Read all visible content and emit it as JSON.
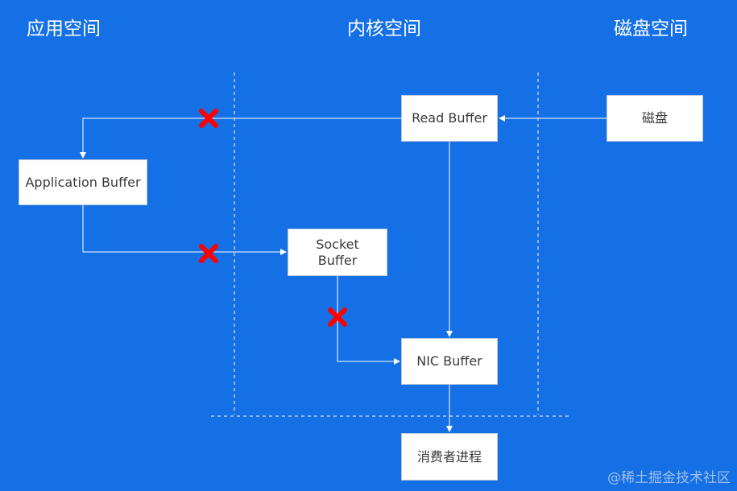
{
  "sections": {
    "app_space": "应用空间",
    "kernel_space": "内核空间",
    "disk_space": "磁盘空间"
  },
  "boxes": {
    "read_buffer": "Read Buffer",
    "disk": "磁盘",
    "application_buffer": "Application Buffer",
    "socket_buffer": "Socket\nBuffer",
    "nic_buffer": "NIC Buffer",
    "consumer_process": "消费者进程"
  },
  "blocked_marker_icon": "red-x-icon",
  "colors": {
    "background": "#1570e6",
    "line": "#ffffff",
    "blocked": "#ff0000"
  },
  "watermark": "@稀土掘金技术社区"
}
